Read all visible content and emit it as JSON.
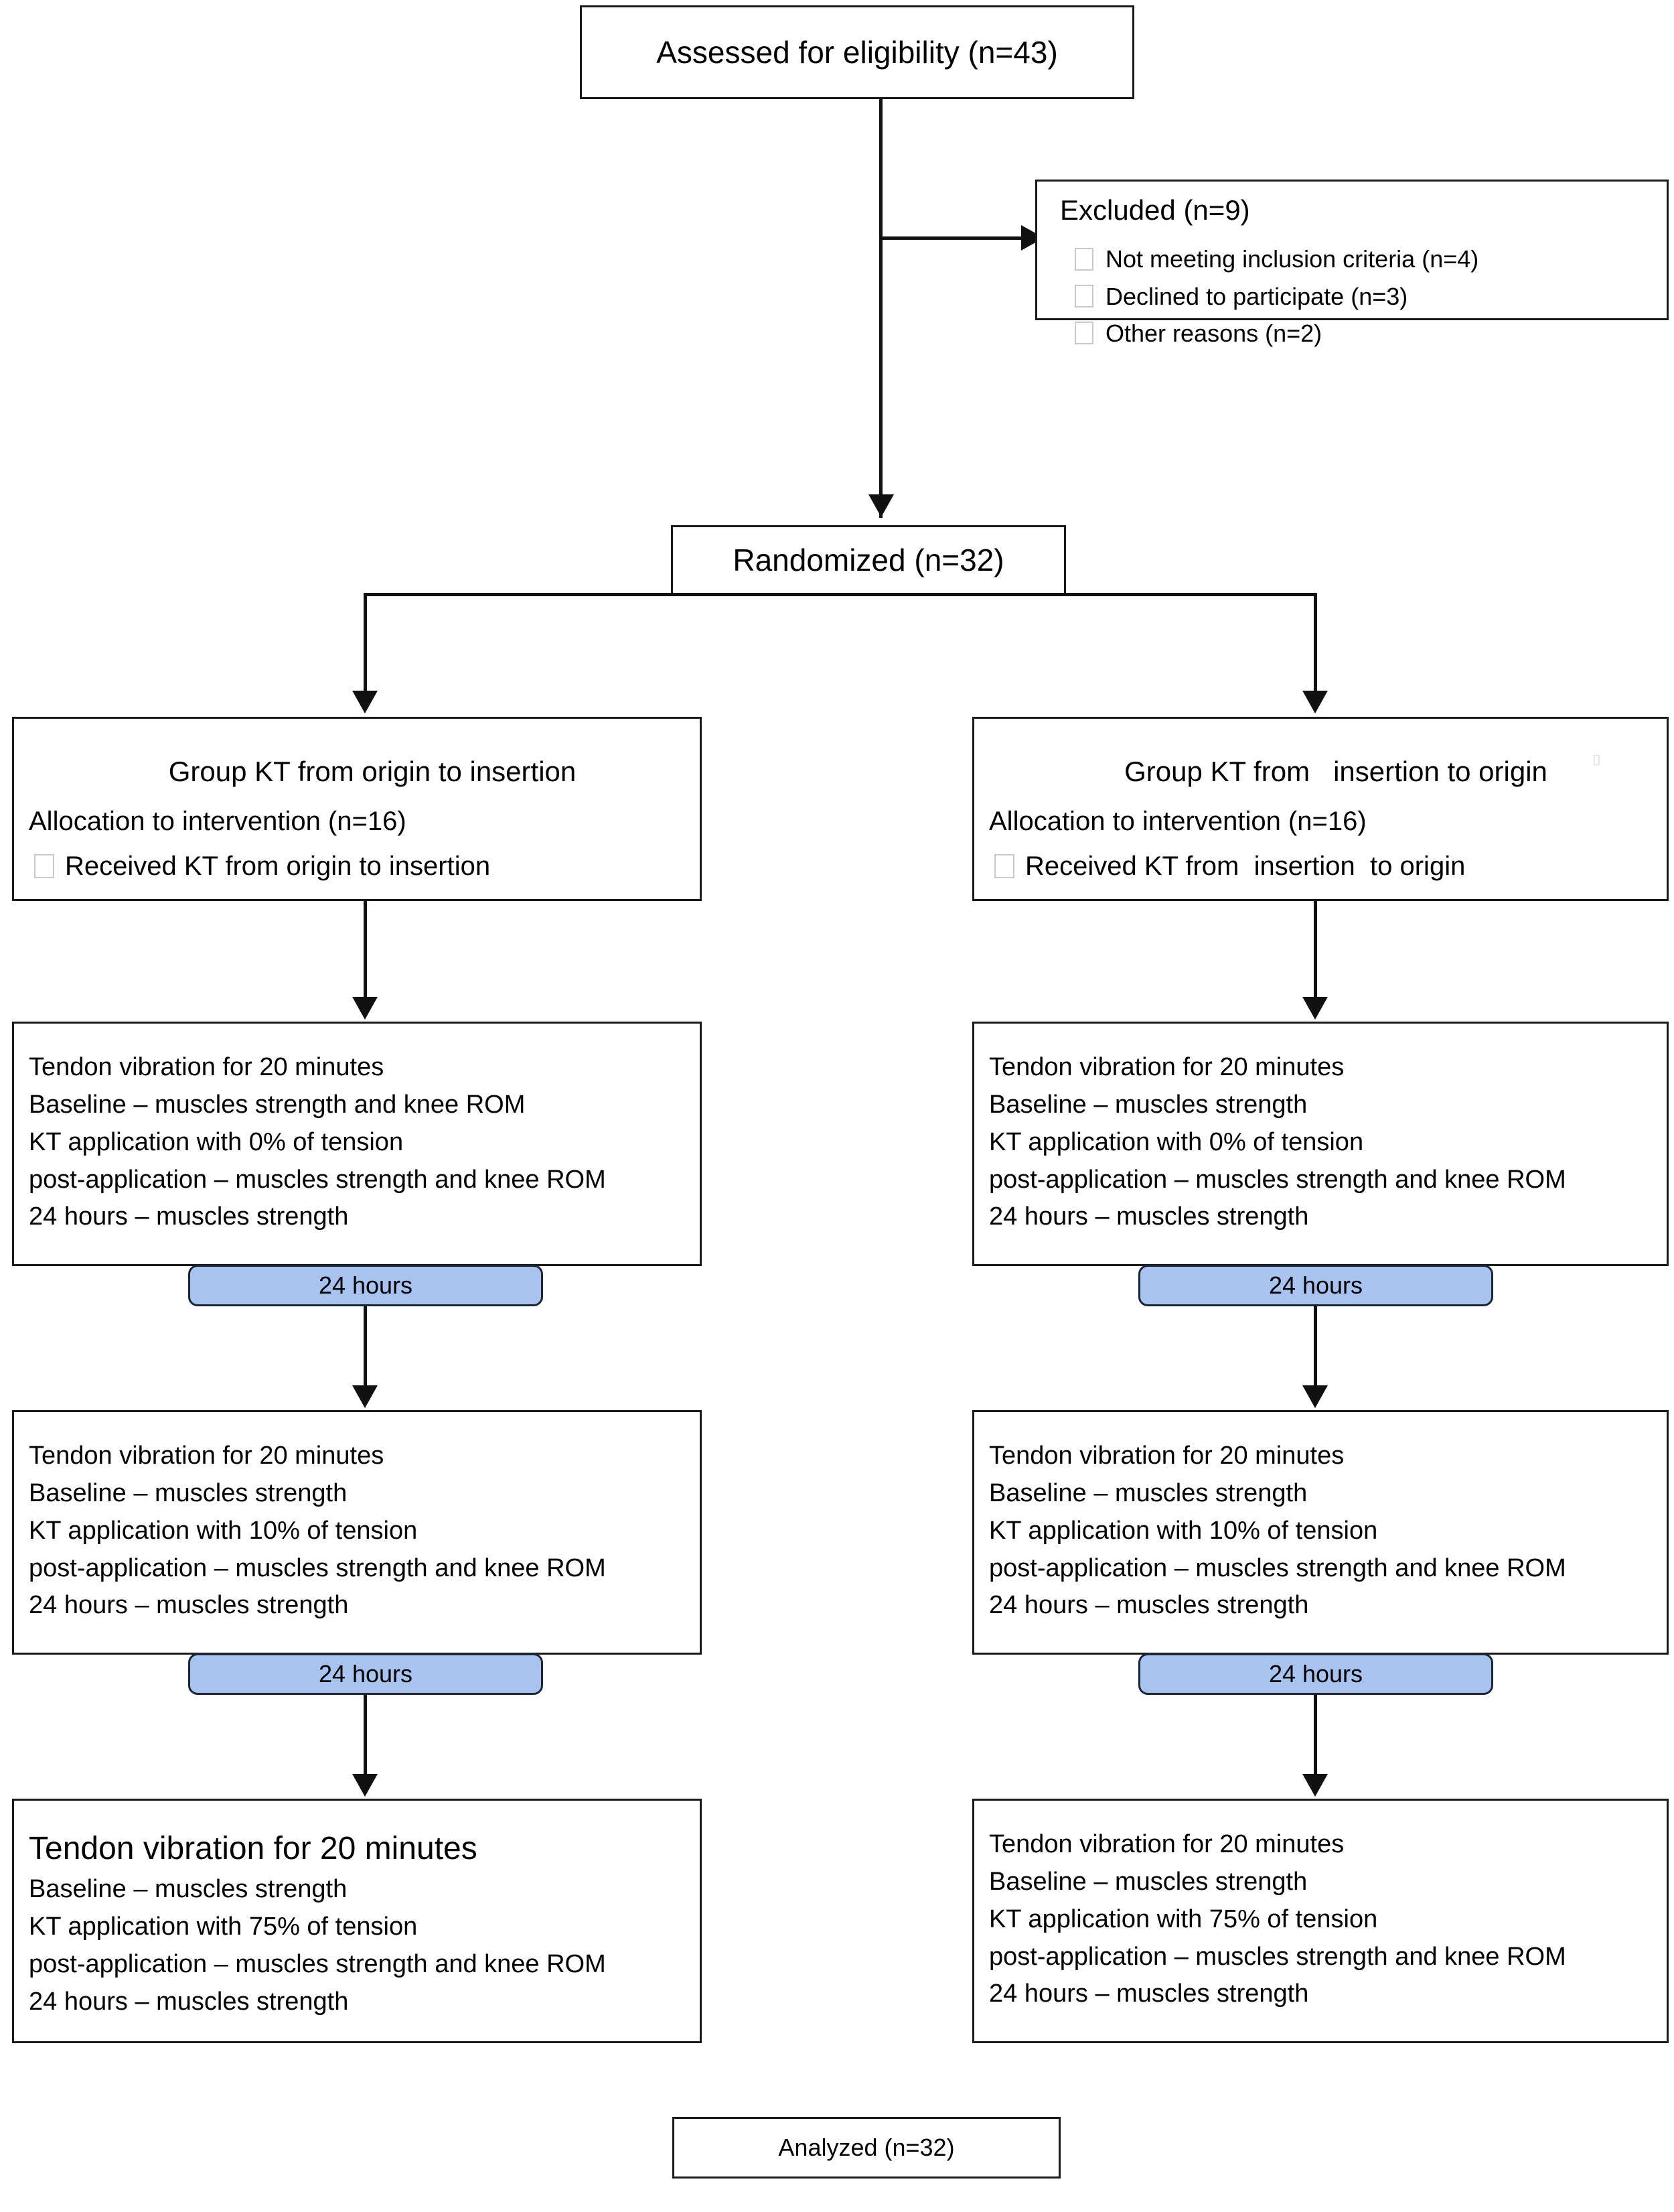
{
  "diagram": {
    "type": "CONSORT participant flow diagram",
    "enrollment": {
      "assessed": "Assessed for eligibility (n=43)",
      "excluded_title": "Excluded (n=9)",
      "excluded_items": [
        "Not meeting inclusion criteria (n=4)",
        "Declined to participate (n=3)",
        "Other reasons (n=2)"
      ],
      "randomized": "Randomized (n=32)"
    },
    "arms": [
      {
        "id": "left",
        "group_title": "Group KT from origin to insertion",
        "allocation": "Allocation to intervention (n=16)",
        "received": "Received KT from origin to insertion",
        "sessions": [
          {
            "lines": [
              "Tendon vibration for 20 minutes",
              "Baseline – muscles strength and knee ROM",
              "KT application with 0% of tension",
              "post-application – muscles strength and knee ROM",
              "24 hours – muscles strength"
            ],
            "lead_large": false
          },
          {
            "lines": [
              "Tendon vibration for 20 minutes",
              "Baseline – muscles strength",
              "KT application with 10% of tension",
              "post-application – muscles strength and knee ROM",
              "24 hours – muscles strength"
            ],
            "lead_large": false
          },
          {
            "lines": [
              "Tendon vibration for 20 minutes",
              "Baseline – muscles strength",
              "KT application with 75% of tension",
              "post-application – muscles strength and knee ROM",
              "24 hours – muscles strength"
            ],
            "lead_large": true
          }
        ],
        "washouts": [
          "24 hours",
          "24 hours"
        ]
      },
      {
        "id": "right",
        "group_title": "Group KT from   insertion to origin",
        "allocation": "Allocation to intervention (n=16)",
        "received": "Received KT from  insertion  to origin",
        "sessions": [
          {
            "lines": [
              "Tendon vibration for 20 minutes",
              "Baseline – muscles strength",
              "KT application with 0% of tension",
              "post-application – muscles strength and knee ROM",
              "24 hours – muscles strength"
            ],
            "lead_large": false
          },
          {
            "lines": [
              "Tendon vibration for 20 minutes",
              "Baseline – muscles strength",
              "KT application with 10% of tension",
              "post-application – muscles strength and knee ROM",
              "24 hours – muscles strength"
            ],
            "lead_large": false
          },
          {
            "lines": [
              "Tendon vibration for 20 minutes",
              "Baseline – muscles strength",
              "KT application with 75% of tension",
              "post-application – muscles strength and knee ROM",
              "24 hours – muscles strength"
            ],
            "lead_large": false
          }
        ],
        "washouts": [
          "24 hours",
          "24 hours"
        ]
      }
    ],
    "analysis": {
      "analyzed": "Analyzed (n=32)"
    },
    "colors": {
      "pill_fill": "#a8c3f0",
      "pill_border": "#1c2533",
      "box_border": "#1a1a1a",
      "line": "#111111",
      "checkbox_border": "#c9c9c9",
      "background": "#ffffff"
    }
  }
}
